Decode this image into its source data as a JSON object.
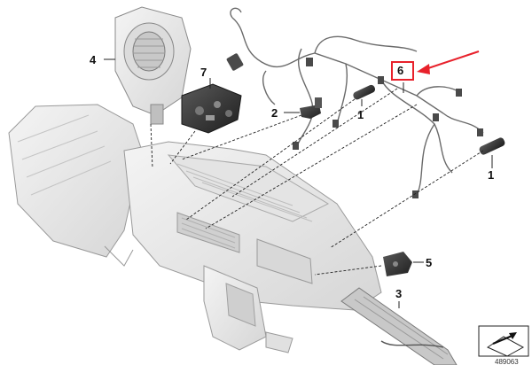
{
  "callouts": [
    {
      "id": "1",
      "label": "1"
    },
    {
      "id": "1b",
      "label": "1"
    },
    {
      "id": "2",
      "label": "2"
    },
    {
      "id": "3",
      "label": "3"
    },
    {
      "id": "4",
      "label": "4"
    },
    {
      "id": "5",
      "label": "5"
    },
    {
      "id": "6",
      "label": "6"
    },
    {
      "id": "7",
      "label": "7"
    }
  ],
  "highlight": {
    "callout": "6",
    "color": "#e8212b"
  },
  "colors": {
    "part_fill": "#eeeeee",
    "part_stroke": "#9a9a9a",
    "dark_part": "#3a3a3a",
    "wire": "#6a6a6a",
    "leader": "#222222"
  },
  "footer": {
    "code": "489063",
    "icon": "view-direction-icon"
  }
}
